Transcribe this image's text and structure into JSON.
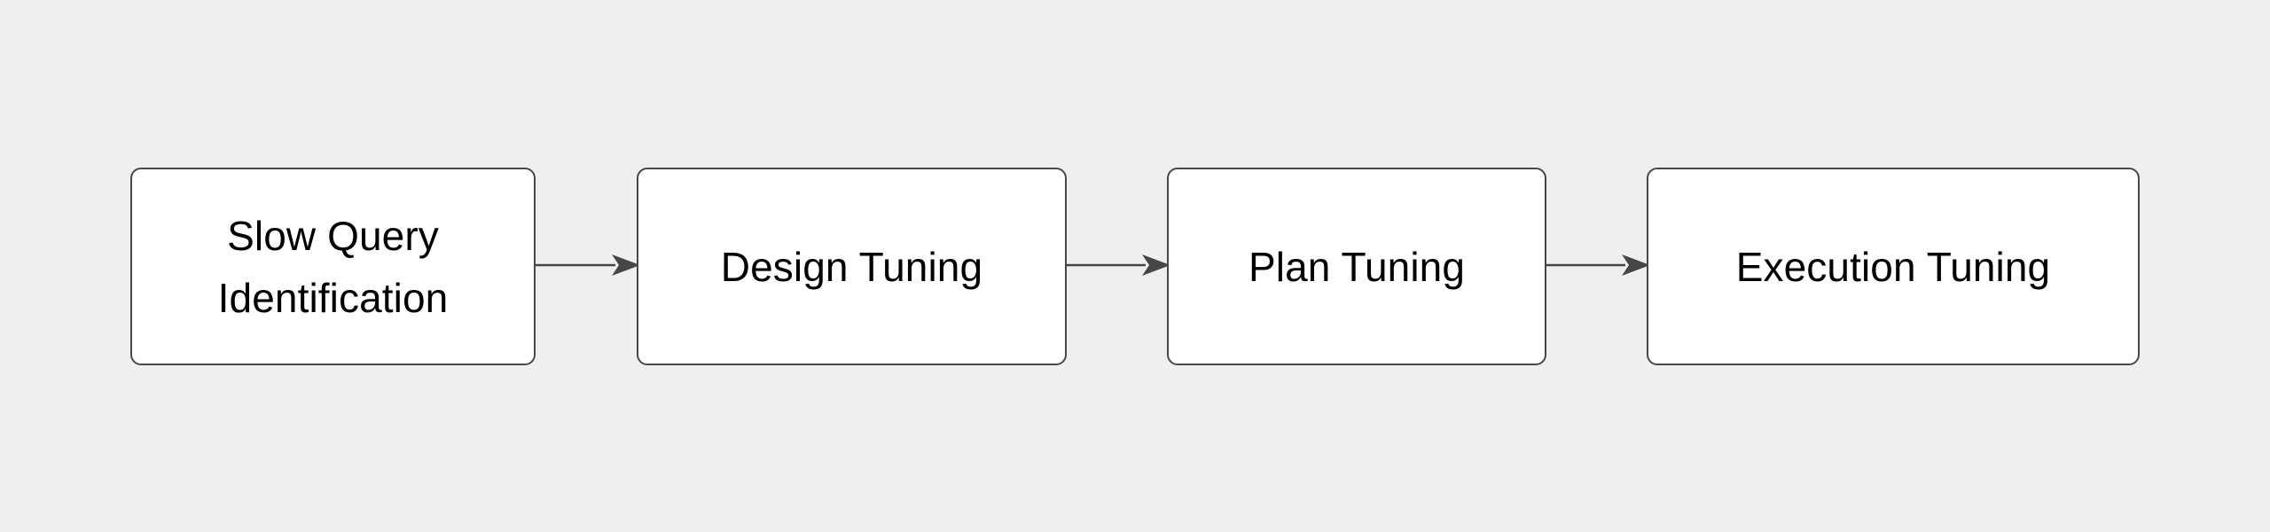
{
  "diagram": {
    "type": "flowchart",
    "orientation": "left-to-right",
    "background_color": "#efeff0",
    "node_fill_color": "#ffffff",
    "node_border_color": "#484848",
    "edge_color": "#464646",
    "text_color": "#000000",
    "nodes": [
      {
        "id": "slow-query-identification",
        "label": "Slow Query\nIdentification",
        "order": 1
      },
      {
        "id": "design-tuning",
        "label": "Design Tuning",
        "order": 2
      },
      {
        "id": "plan-tuning",
        "label": "Plan Tuning",
        "order": 3
      },
      {
        "id": "execution-tuning",
        "label": "Execution Tuning",
        "order": 4
      }
    ],
    "edges": [
      {
        "id": "edge-1",
        "from": "slow-query-identification",
        "to": "design-tuning",
        "label": "",
        "arrow": "solid-triangle"
      },
      {
        "id": "edge-2",
        "from": "design-tuning",
        "to": "plan-tuning",
        "label": "",
        "arrow": "solid-triangle"
      },
      {
        "id": "edge-3",
        "from": "plan-tuning",
        "to": "execution-tuning",
        "label": "",
        "arrow": "solid-triangle"
      }
    ]
  }
}
